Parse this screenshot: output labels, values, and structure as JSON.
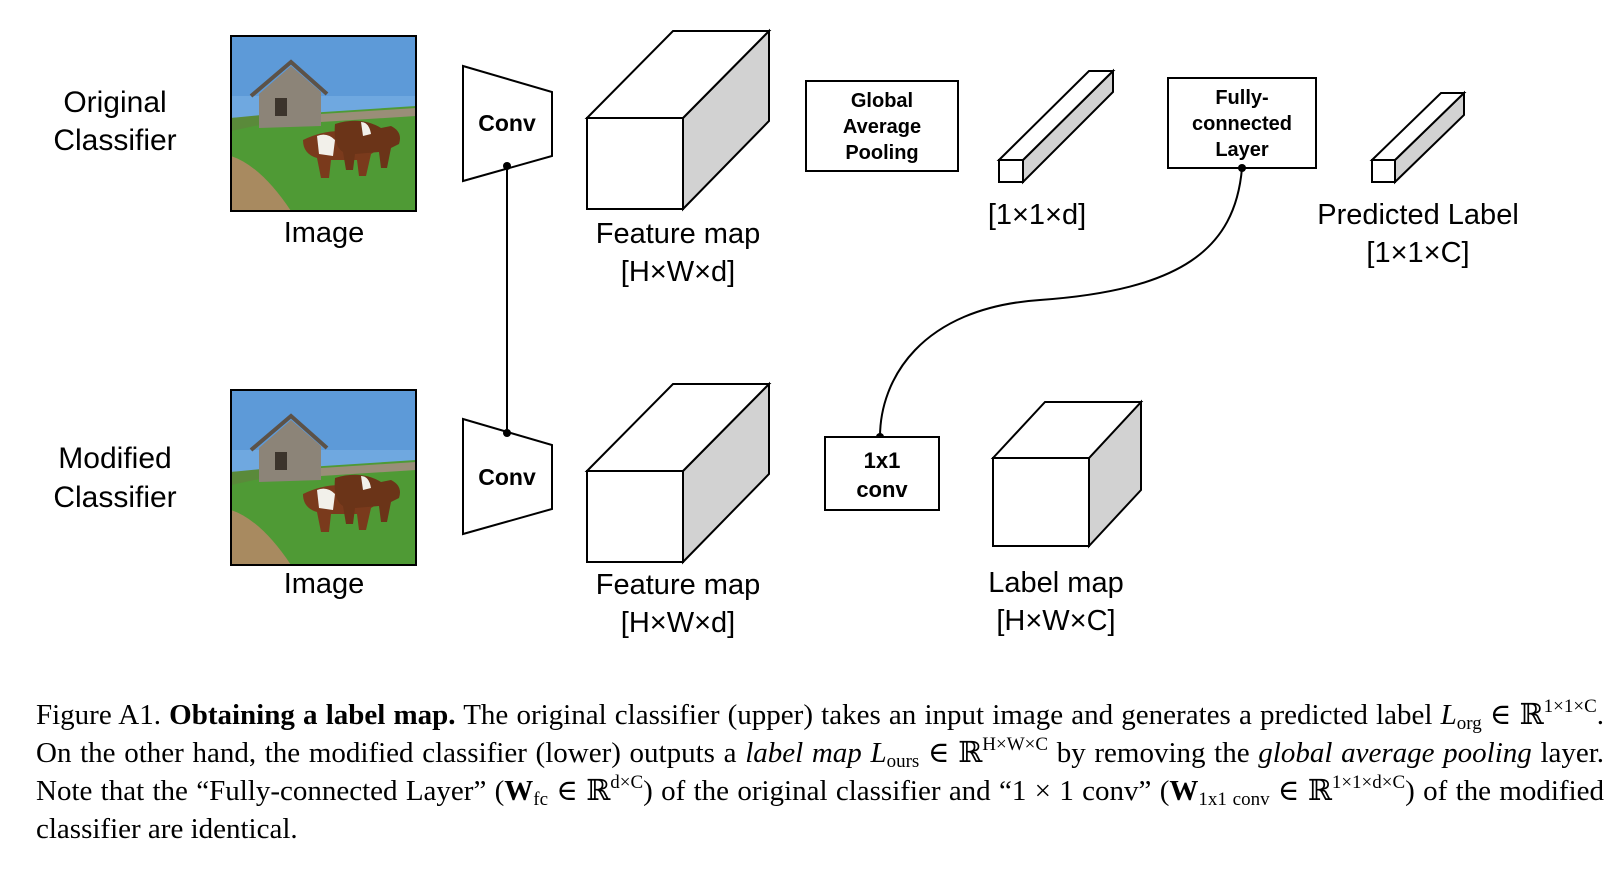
{
  "figure": {
    "rows": {
      "original": {
        "line1": "Original",
        "line2": "Classifier"
      },
      "modified": {
        "line1": "Modified",
        "line2": "Classifier"
      }
    },
    "image_label": "Image",
    "conv_label": "Conv",
    "feature_map": {
      "line1": "Feature map",
      "line2": "[H×W×d]"
    },
    "gap_box": {
      "line1": "Global",
      "line2": "Average",
      "line3": "Pooling"
    },
    "vector_label": "[1×1×d]",
    "fc_box": {
      "line1": "Fully-",
      "line2": "connected",
      "line3": "Layer"
    },
    "predicted_label": {
      "line1": "Predicted Label",
      "line2": "[1×1×C]"
    },
    "conv1x1_box": {
      "line1": "1x1",
      "line2": "conv"
    },
    "label_map": {
      "line1": "Label map",
      "line2": "[H×W×C]"
    },
    "colors": {
      "sky": "#6fa8e0",
      "grass": "#4f9a35",
      "path": "#a88a60",
      "cow": "#7a3a1c",
      "barn": "#8c8478",
      "cube_side": "#d2d2d2"
    }
  },
  "caption": {
    "prefix": "Figure A1.",
    "title": "Obtaining a label map.",
    "s1": "The original classifier (upper) takes an input image and generates a predicted label",
    "Lorg": "L",
    "Lorg_sub": "org",
    "in1": "∈ ℝ",
    "Lorg_sup": "1×1×C",
    "s2": ". On the other hand, the modified classifier (lower) outputs a",
    "label_map_it": "label map",
    "Lours": "L",
    "Lours_sub": "ours",
    "in2": "∈ ℝ",
    "Lours_sup": "H×W×C",
    "s3": "by removing the",
    "gap_it": "global average pooling",
    "s4": "layer. Note that the “Fully-connected Layer” (",
    "W": "W",
    "Wfc_sub": "fc",
    "in3": "∈ ℝ",
    "Wfc_sup": "d×C",
    "s5": ") of the original classifier and “1 × 1 conv” (",
    "W2": "W",
    "W1x1_sub": "1x1 conv",
    "in4": "∈ ℝ",
    "W1x1_sup": "1×1×d×C",
    "s6": ") of the modified classifier are identical."
  }
}
